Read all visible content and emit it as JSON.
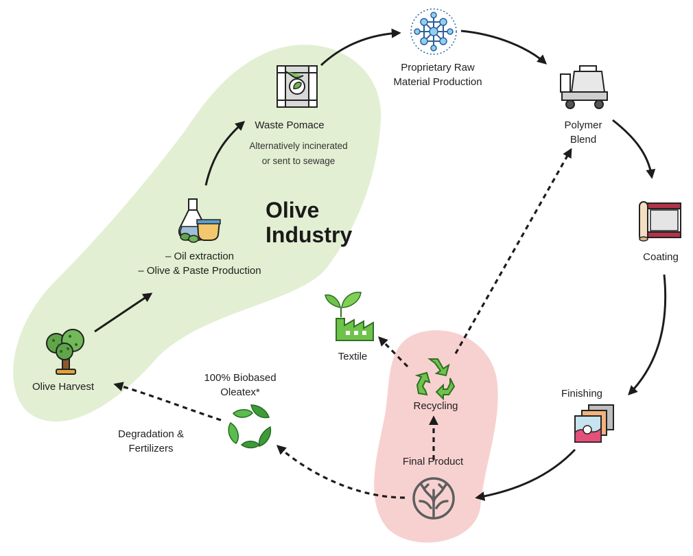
{
  "region_title": {
    "line1": "Olive",
    "line2": "Industry"
  },
  "nodes": {
    "raw_material": {
      "line1": "Proprietary Raw",
      "line2": "Material Production"
    },
    "polymer": {
      "line1": "Polymer",
      "line2": "Blend"
    },
    "coating": "Coating",
    "finishing": "Finishing",
    "final_product": "Final Product",
    "recycling": "Recycling",
    "textile": "Textile",
    "biobased": {
      "line1": "100% Biobased",
      "line2": "Oleatex*"
    },
    "degradation": {
      "line1": "Degradation &",
      "line2": "Fertilizers"
    },
    "olive_harvest": "Olive Harvest",
    "oil_extraction": {
      "line1": "– Oil extraction",
      "line2": "– Olive & Paste Production"
    },
    "waste_pomace": "Waste Pomace",
    "waste_note": {
      "line1": "Alternatively incinerated",
      "line2": "or sent to sewage"
    }
  },
  "colors": {
    "olive_region": "#e2efd2",
    "recycle_region": "#f7d1d0",
    "arrow": "#1c1c1c",
    "green_icon": "#6fc24a",
    "dark_green_icon": "#3f8f3a"
  }
}
